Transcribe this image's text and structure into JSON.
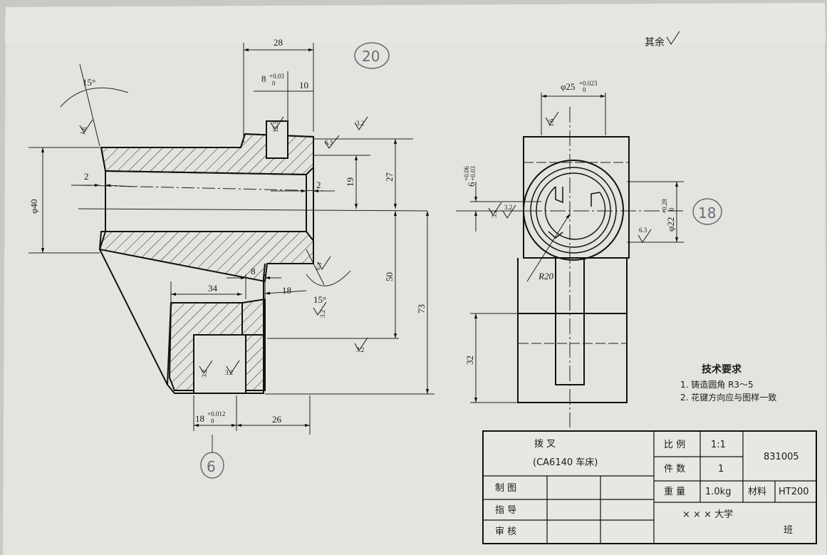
{
  "drawing": {
    "surface_note": "其余",
    "tech_req": {
      "title": "技术要求",
      "items": [
        "1. 铸造圆角 R3～5",
        "2. 花键方向应与图样一致"
      ]
    },
    "front_dims": {
      "d28": "28",
      "d8": "8",
      "d8_tol_upper": "+0.03",
      "d8_tol_lower": "0",
      "d10": "10",
      "angle_top": "15°",
      "angle_bottom": "15°",
      "d2_left": "2",
      "d2_right": "2",
      "d40": "φ40",
      "d19": "19",
      "d27": "27",
      "d50": "50",
      "d73": "73",
      "d8_mid": "8",
      "d34": "34",
      "d18_mid": "18",
      "d18_bottom": "18",
      "d18_tol_upper": "+0.012",
      "d18_tol_lower": "0",
      "d26": "26"
    },
    "roughness": {
      "r32": "3.2",
      "r63": "6.3",
      "r16": "1.6",
      "r125": "12.5"
    },
    "side_dims": {
      "d25": "φ25",
      "d25_tol_upper": "+0.023",
      "d25_tol_lower": "0",
      "d6": "6",
      "d6_tol_upper": "+0.06",
      "d6_tol_lower": "+0.03",
      "d22": "φ22",
      "d22_tol_upper": "+0.28",
      "d22_tol_lower": "0",
      "r20": "R20",
      "d32": "32"
    },
    "handwritten": {
      "n20": "20",
      "n18": "18",
      "n6": "6"
    }
  },
  "title_block": {
    "part_name": "拨 叉",
    "machine": "(CA6140 车床)",
    "scale_label": "比 例",
    "scale_value": "1:1",
    "count_label": "件 数",
    "count_value": "1",
    "drawing_no": "831005",
    "weight_label": "重 量",
    "weight_value": "1.0kg",
    "material_label": "材料",
    "material_value": "HT200",
    "drawn_label": "制 图",
    "guide_label": "指 导",
    "review_label": "审 核",
    "school": "× × × 大学",
    "class_label": "班"
  }
}
